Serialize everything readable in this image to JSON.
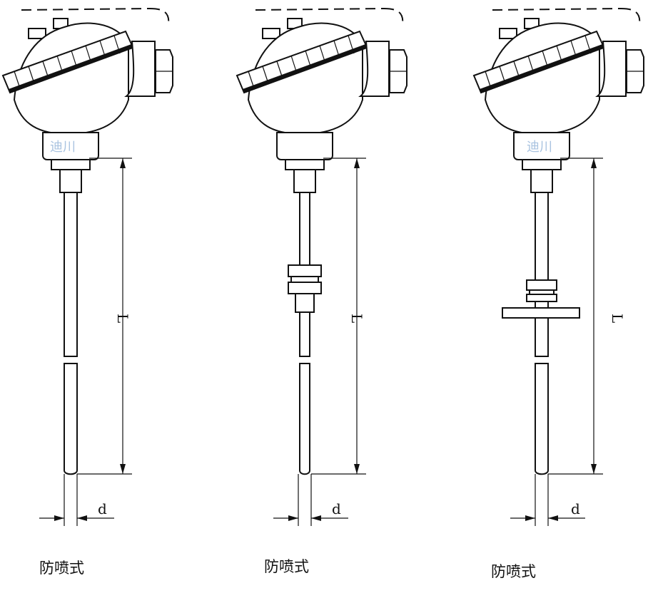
{
  "watermark": "迪川",
  "dimension_length_label": "L",
  "dimension_diameter_label": "d",
  "instruments": [
    {
      "variant": "plain",
      "caption": "防喷式"
    },
    {
      "variant": "threaded-union",
      "caption": "防喷式"
    },
    {
      "variant": "flange",
      "caption": "防喷式"
    }
  ]
}
